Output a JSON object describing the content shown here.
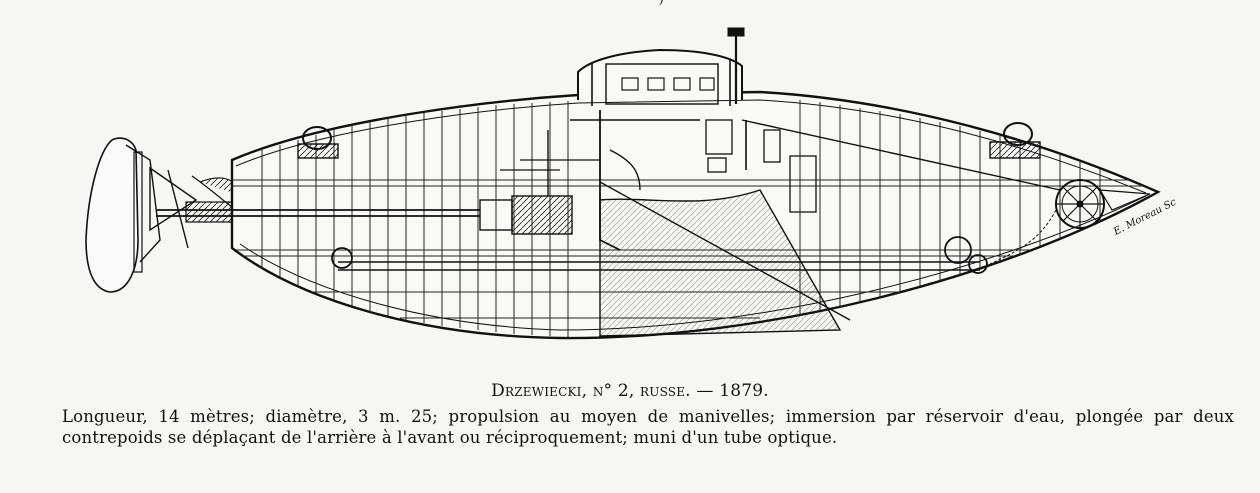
{
  "caption": {
    "title": "Drzewiecki, n° 2, russe. — 1879."
  },
  "description": {
    "text": "Longueur, 14 mètres; diamètre, 3 m. 25; propulsion au moyen de manivelles; immersion par réservoir d'eau, plongée par deux contrepoids se déplaçant de l'arrière à l'avant ou réciproquement; muni d'un tube optique."
  },
  "signature": {
    "text": "E. Moreau Sc"
  },
  "top_fragment": {
    "text": "— ) —— ——"
  },
  "colors": {
    "ink": "#111111",
    "paper": "#f6f6f4"
  }
}
